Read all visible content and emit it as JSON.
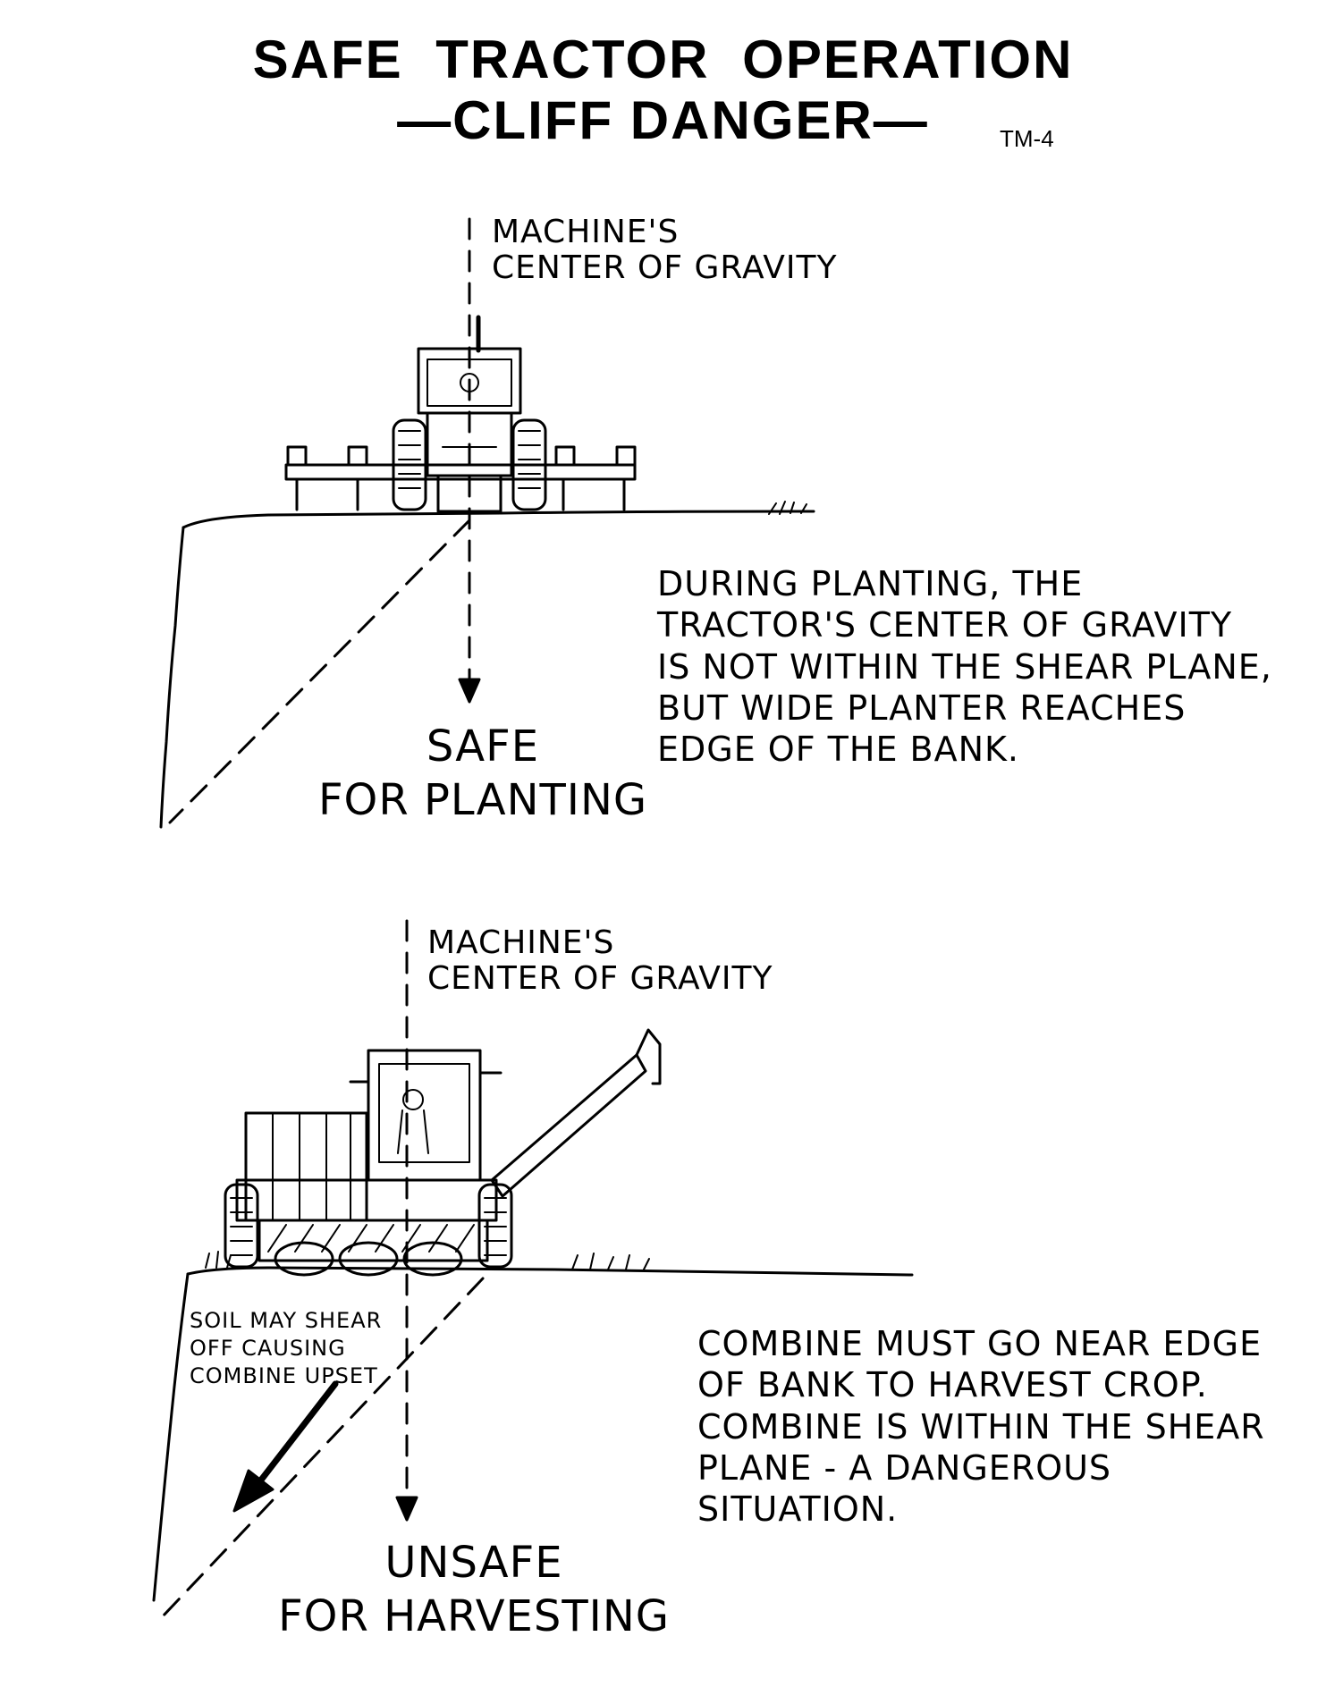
{
  "title": {
    "line1": "SAFE TRACTOR OPERATION",
    "line2": "—CLIFF DANGER—",
    "code": "TM-4"
  },
  "panel_planting": {
    "cog_label_line1": "MACHINE'S",
    "cog_label_line2": "CENTER OF GRAVITY",
    "description": "DURING PLANTING, THE TRACTOR'S CENTER OF GRAVITY IS NOT WITHIN THE SHEAR PLANE, BUT WIDE PLANTER REACHES EDGE OF THE BANK.",
    "verdict_line1": "SAFE",
    "verdict_line2": "FOR PLANTING"
  },
  "panel_harvesting": {
    "cog_label_line1": "MACHINE'S",
    "cog_label_line2": "CENTER OF GRAVITY",
    "shear_note": "SOIL MAY SHEAR OFF CAUSING COMBINE UPSET",
    "description": "COMBINE MUST GO NEAR EDGE OF BANK TO HARVEST CROP. COMBINE IS WITHIN THE SHEAR PLANE - A DANGEROUS SITUATION.",
    "verdict_line1": "UNSAFE",
    "verdict_line2": "FOR HARVESTING"
  }
}
